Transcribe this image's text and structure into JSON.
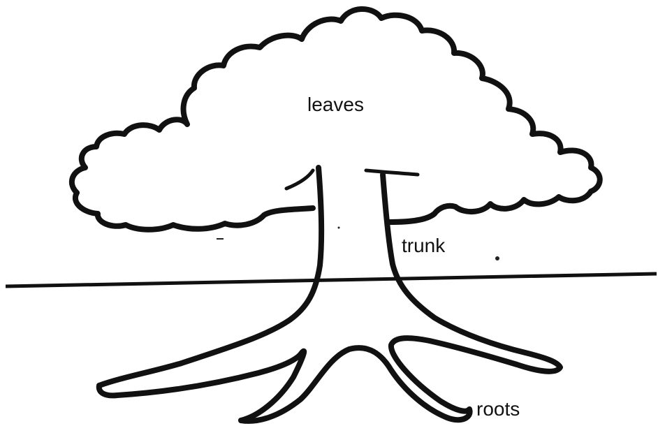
{
  "labels": {
    "leaves": "leaves",
    "trunk": "trunk",
    "roots": "roots"
  },
  "colors": {
    "line": "#111111",
    "background": "#ffffff"
  }
}
